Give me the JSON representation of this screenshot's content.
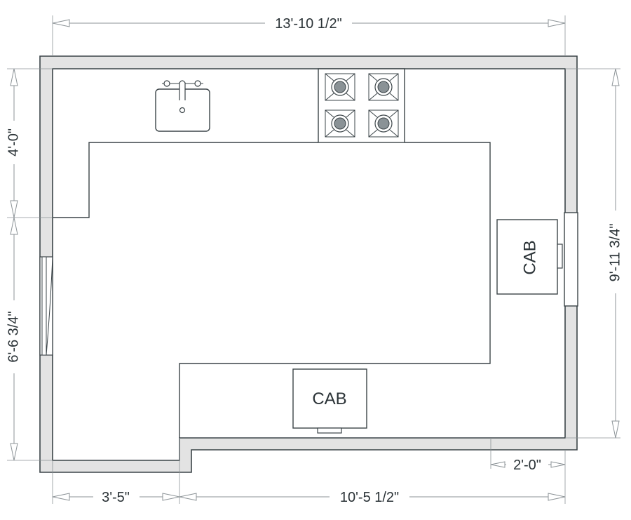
{
  "dimensions": {
    "top_overall": "13'-10 1/2\"",
    "right_overall": "9'-11 3/4\"",
    "left_upper": "4'-0\"",
    "left_lower": "6'-6 3/4\"",
    "bottom_left": "3'-5\"",
    "bottom_right": "10'-5 1/2\"",
    "bottom_small": "2'-0\""
  },
  "fixtures": {
    "cabinet_right_label": "CAB",
    "cabinet_bottom_label": "CAB"
  },
  "icons": {
    "sink": "sink-icon",
    "cooktop": "cooktop-icon",
    "door": "door-icon",
    "window": "window-icon"
  },
  "colors": {
    "wall_fill": "#e3e3e3",
    "line": "#3b4448",
    "dimension_line": "#8c9397"
  }
}
